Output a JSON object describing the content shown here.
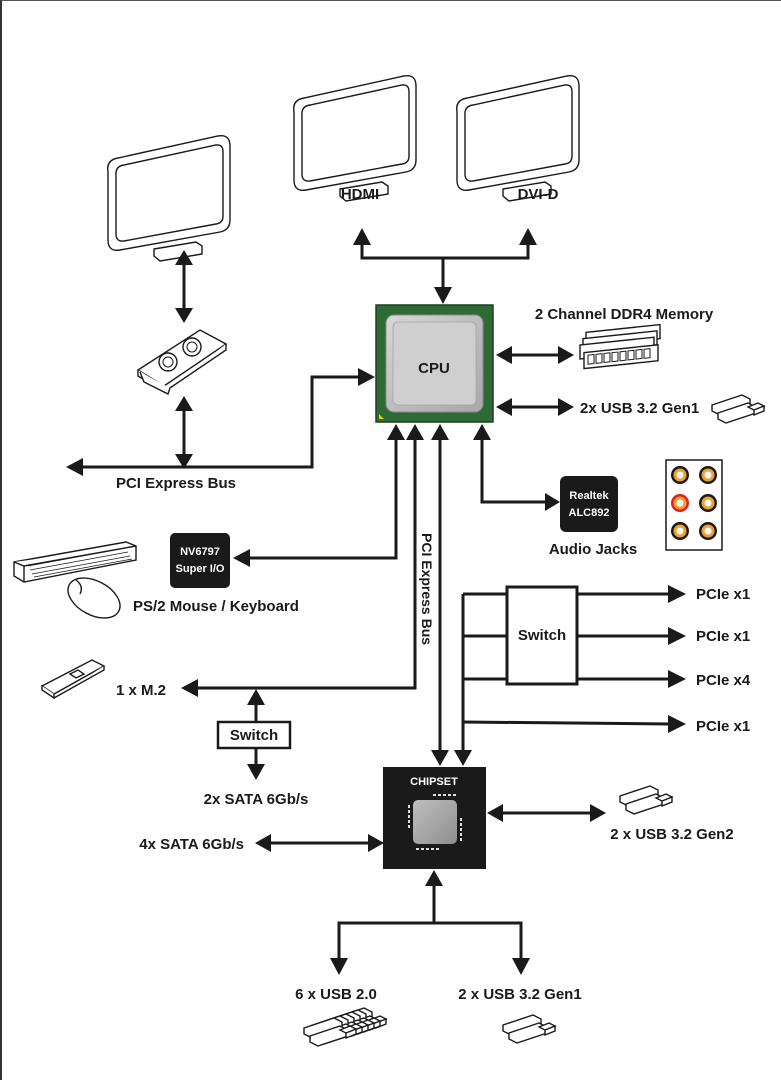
{
  "diagram": {
    "type": "motherboard-block-diagram",
    "cpu": {
      "label": "CPU",
      "color": "#2e6b34"
    },
    "chipset": {
      "label": "CHIPSET",
      "color": "#1a1a1a"
    },
    "displays": {
      "hdmi": "HDMI",
      "dvid": "DVI-D"
    },
    "cpu_links": {
      "memory": "2 Channel DDR4 Memory",
      "usb_cpu": "2x USB 3.2 Gen1",
      "pci_express_bus_left": "PCI Express Bus",
      "pci_express_bus_vertical": "PCI Express Bus"
    },
    "audio": {
      "chip_line1": "Realtek",
      "chip_line2": "ALC892",
      "label": "Audio Jacks",
      "jack_colors": [
        "#f0a030",
        "#f0a030",
        "#e02020",
        "#f0a030",
        "#f0a030",
        "#f0a030"
      ]
    },
    "superio": {
      "chip_line1": "NV6797",
      "chip_line2": "Super I/O",
      "label": "PS/2 Mouse / Keyboard"
    },
    "storage": {
      "m2": "1 x M.2",
      "switch_label": "Switch",
      "sata_switched": "2x SATA 6Gb/s",
      "sata_chipset": "4x SATA 6Gb/s"
    },
    "pcie": {
      "switch_label": "Switch",
      "slots": [
        "PCIe x1",
        "PCIe x1",
        "PCIe x4",
        "PCIe x1"
      ]
    },
    "chipset_links": {
      "usb_gen2": "2 x USB 3.2 Gen2",
      "usb20": "6 x USB 2.0",
      "usb_gen1": "2 x USB 3.2 Gen1"
    }
  }
}
